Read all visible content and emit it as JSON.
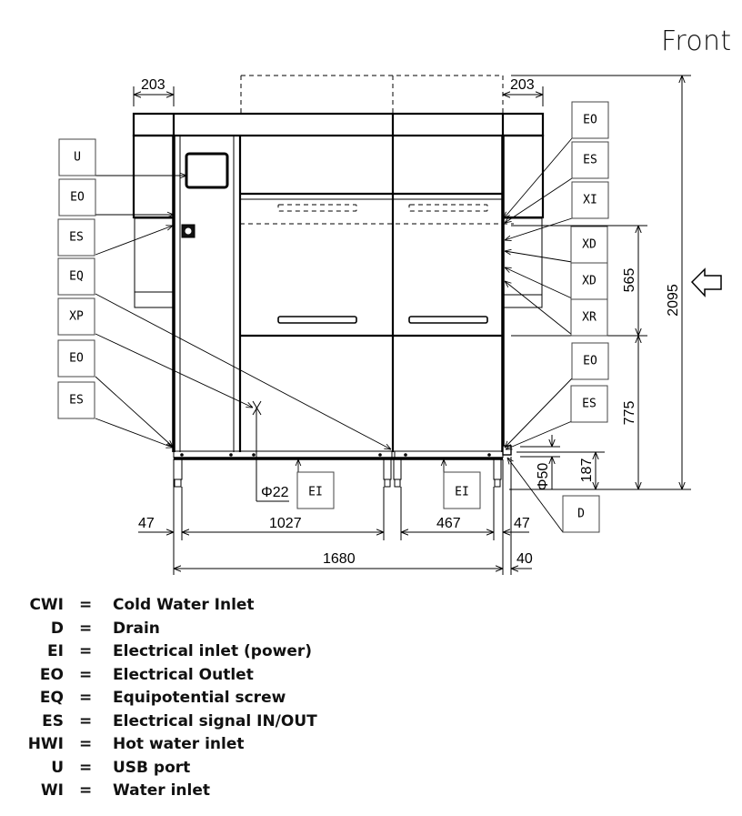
{
  "view_title": "Front",
  "callouts_left": [
    {
      "code": "U"
    },
    {
      "code": "EO"
    },
    {
      "code": "ES"
    },
    {
      "code": "EQ"
    },
    {
      "code": "XP"
    },
    {
      "code": "EO"
    },
    {
      "code": "ES"
    }
  ],
  "callouts_right": [
    {
      "code": "EO"
    },
    {
      "code": "ES"
    },
    {
      "code": "XI"
    },
    {
      "code": "XD"
    },
    {
      "code": "XD"
    },
    {
      "code": "XR"
    },
    {
      "code": "EO"
    },
    {
      "code": "ES"
    }
  ],
  "callouts_bottom": [
    {
      "code": "EI"
    },
    {
      "code": "EI"
    },
    {
      "code": "D"
    }
  ],
  "dimensions": {
    "left_overhang": "203",
    "right_overhang": "203",
    "overall_height": "2095",
    "upper_section_height": "565",
    "lower_section_height": "775",
    "drain_height": "187",
    "drain_diameter": "Φ50",
    "pipe_diameter": "Φ22",
    "left_leg_offset": "47",
    "left_span": "1027",
    "right_span": "467",
    "right_leg_offset": "47",
    "overall_width": "1680",
    "right_drain_offset": "40"
  },
  "legend": [
    {
      "code": "CWI",
      "eq": "=",
      "description": "Cold Water Inlet"
    },
    {
      "code": "D",
      "eq": "=",
      "description": "Drain"
    },
    {
      "code": "EI",
      "eq": "=",
      "description": "Electrical inlet (power)"
    },
    {
      "code": "EO",
      "eq": "=",
      "description": "Electrical Outlet"
    },
    {
      "code": "EQ",
      "eq": "=",
      "description": "Equipotential screw"
    },
    {
      "code": "ES",
      "eq": "=",
      "description": "Electrical signal IN/OUT"
    },
    {
      "code": "HWI",
      "eq": "=",
      "description": "Hot water inlet"
    },
    {
      "code": "U",
      "eq": "=",
      "description": "USB port"
    },
    {
      "code": "WI",
      "eq": "=",
      "description": "Water inlet"
    }
  ]
}
